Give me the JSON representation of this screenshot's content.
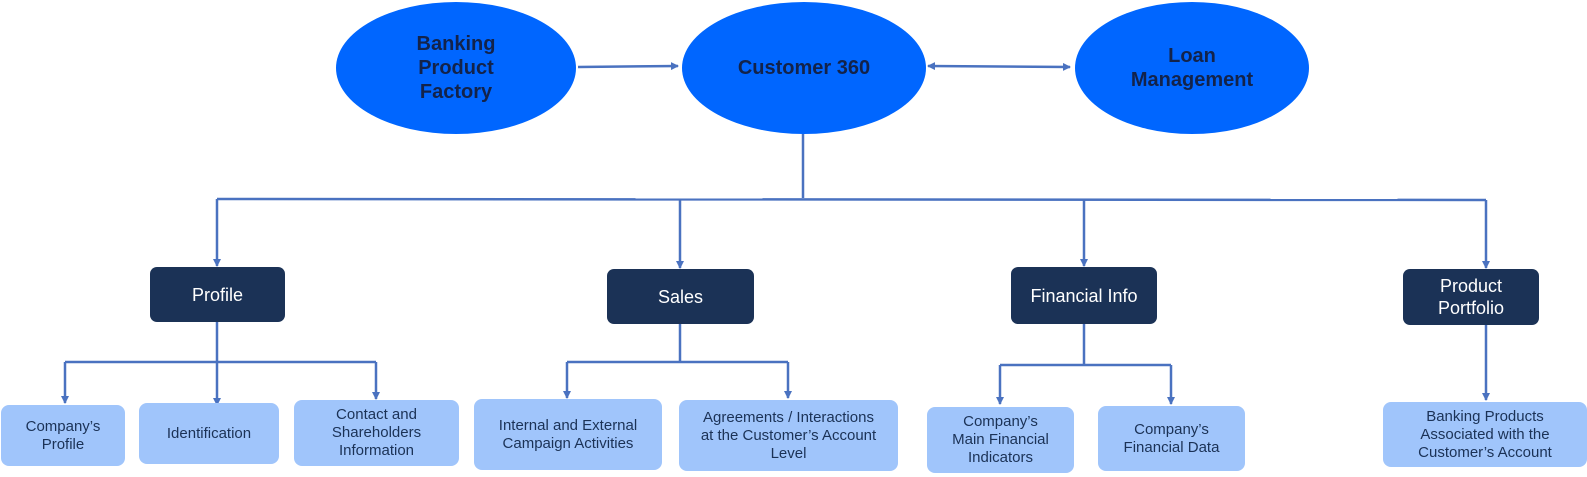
{
  "colors": {
    "core_node_fill": "#0066ff",
    "core_node_text": "#13234a",
    "category_fill": "#1b3256",
    "category_text": "#ffffff",
    "leaf_fill": "#a0c5fb",
    "leaf_text": "#1b3256",
    "connector": "#4a72c0"
  },
  "core_nodes": {
    "banking_product_factory": "Banking\nProduct\nFactory",
    "customer_360": "Customer 360",
    "loan_management": "Loan\nManagement"
  },
  "categories": {
    "profile": "Profile",
    "sales": "Sales",
    "financial_info": "Financial Info",
    "product_portfolio": "Product\nPortfolio"
  },
  "leaves": {
    "companys_profile": "Company’s\nProfile",
    "identification": "Identification",
    "contact_shareholders": "Contact and\nShareholders\nInformation",
    "campaign_activities": "Internal and External\nCampaign Activities",
    "agreements_interactions": "Agreements / Interactions\nat the Customer’s Account\nLevel",
    "main_financial_indicators": "Company’s\nMain Financial\nIndicators",
    "financial_data": "Company’s\nFinancial Data",
    "banking_products": "Banking Products\nAssociated with the\nCustomer’s Account"
  }
}
